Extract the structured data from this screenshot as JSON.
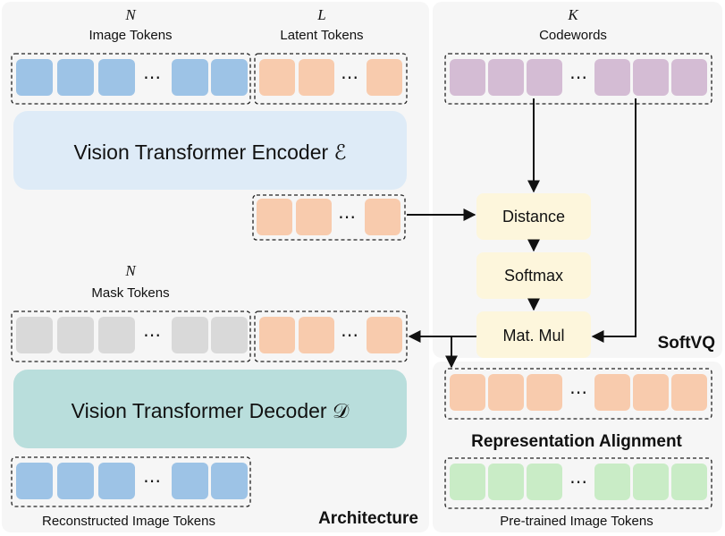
{
  "architecture": {
    "title": "Architecture",
    "image_tokens": {
      "symbol": "N",
      "label": "Image Tokens",
      "dots": "⋯"
    },
    "latent_tokens": {
      "symbol": "L",
      "label": "Latent Tokens",
      "dots": "⋯"
    },
    "encoder": {
      "label": "Vision Transformer Encoder ℰ"
    },
    "encoded_latents": {
      "dots": "⋯"
    },
    "mask_tokens": {
      "symbol": "N",
      "label": "Mask Tokens",
      "dots": "⋯"
    },
    "decoder_latents": {
      "dots": "⋯"
    },
    "decoder": {
      "label": "Vision Transformer Decoder 𝒟"
    },
    "reconstructed": {
      "label": "Reconstructed Image Tokens",
      "dots": "⋯"
    }
  },
  "softvq": {
    "title": "SoftVQ",
    "codewords": {
      "symbol": "K",
      "label": "Codewords",
      "dots": "⋯"
    },
    "ops": {
      "distance": "Distance",
      "softmax": "Softmax",
      "matmul": "Mat. Mul"
    }
  },
  "alignment": {
    "title": "Representation Alignment",
    "aligned": {
      "dots": "⋯"
    },
    "pretrained": {
      "label": "Pre-trained Image Tokens",
      "dots": "⋯"
    }
  },
  "colors": {
    "panel": "#f6f6f6",
    "image_token": "#9dc3e6",
    "latent_token": "#f8cbad",
    "codeword": "#d4bcd4",
    "mask_token": "#d9d9d9",
    "pretrained_token": "#c9ecc6",
    "encoder": "#deebf7",
    "decoder": "#b9dedc",
    "op_box": "#fdf6dc"
  }
}
